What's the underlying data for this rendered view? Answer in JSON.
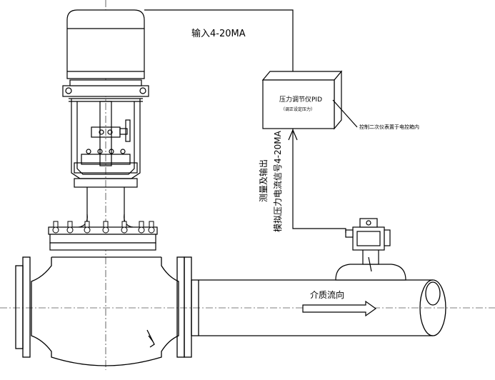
{
  "labels": {
    "input_signal": "输入4-20MA",
    "pid_title": "压力调节仪PID",
    "pid_subtitle": "（调正设定压力）",
    "control_note": "控制二次仪表置于电控箱内",
    "measure_output": "测量及输出",
    "simulate_signal": "模拟压力电流信号4-20MA",
    "flow_direction": "介质流向"
  }
}
